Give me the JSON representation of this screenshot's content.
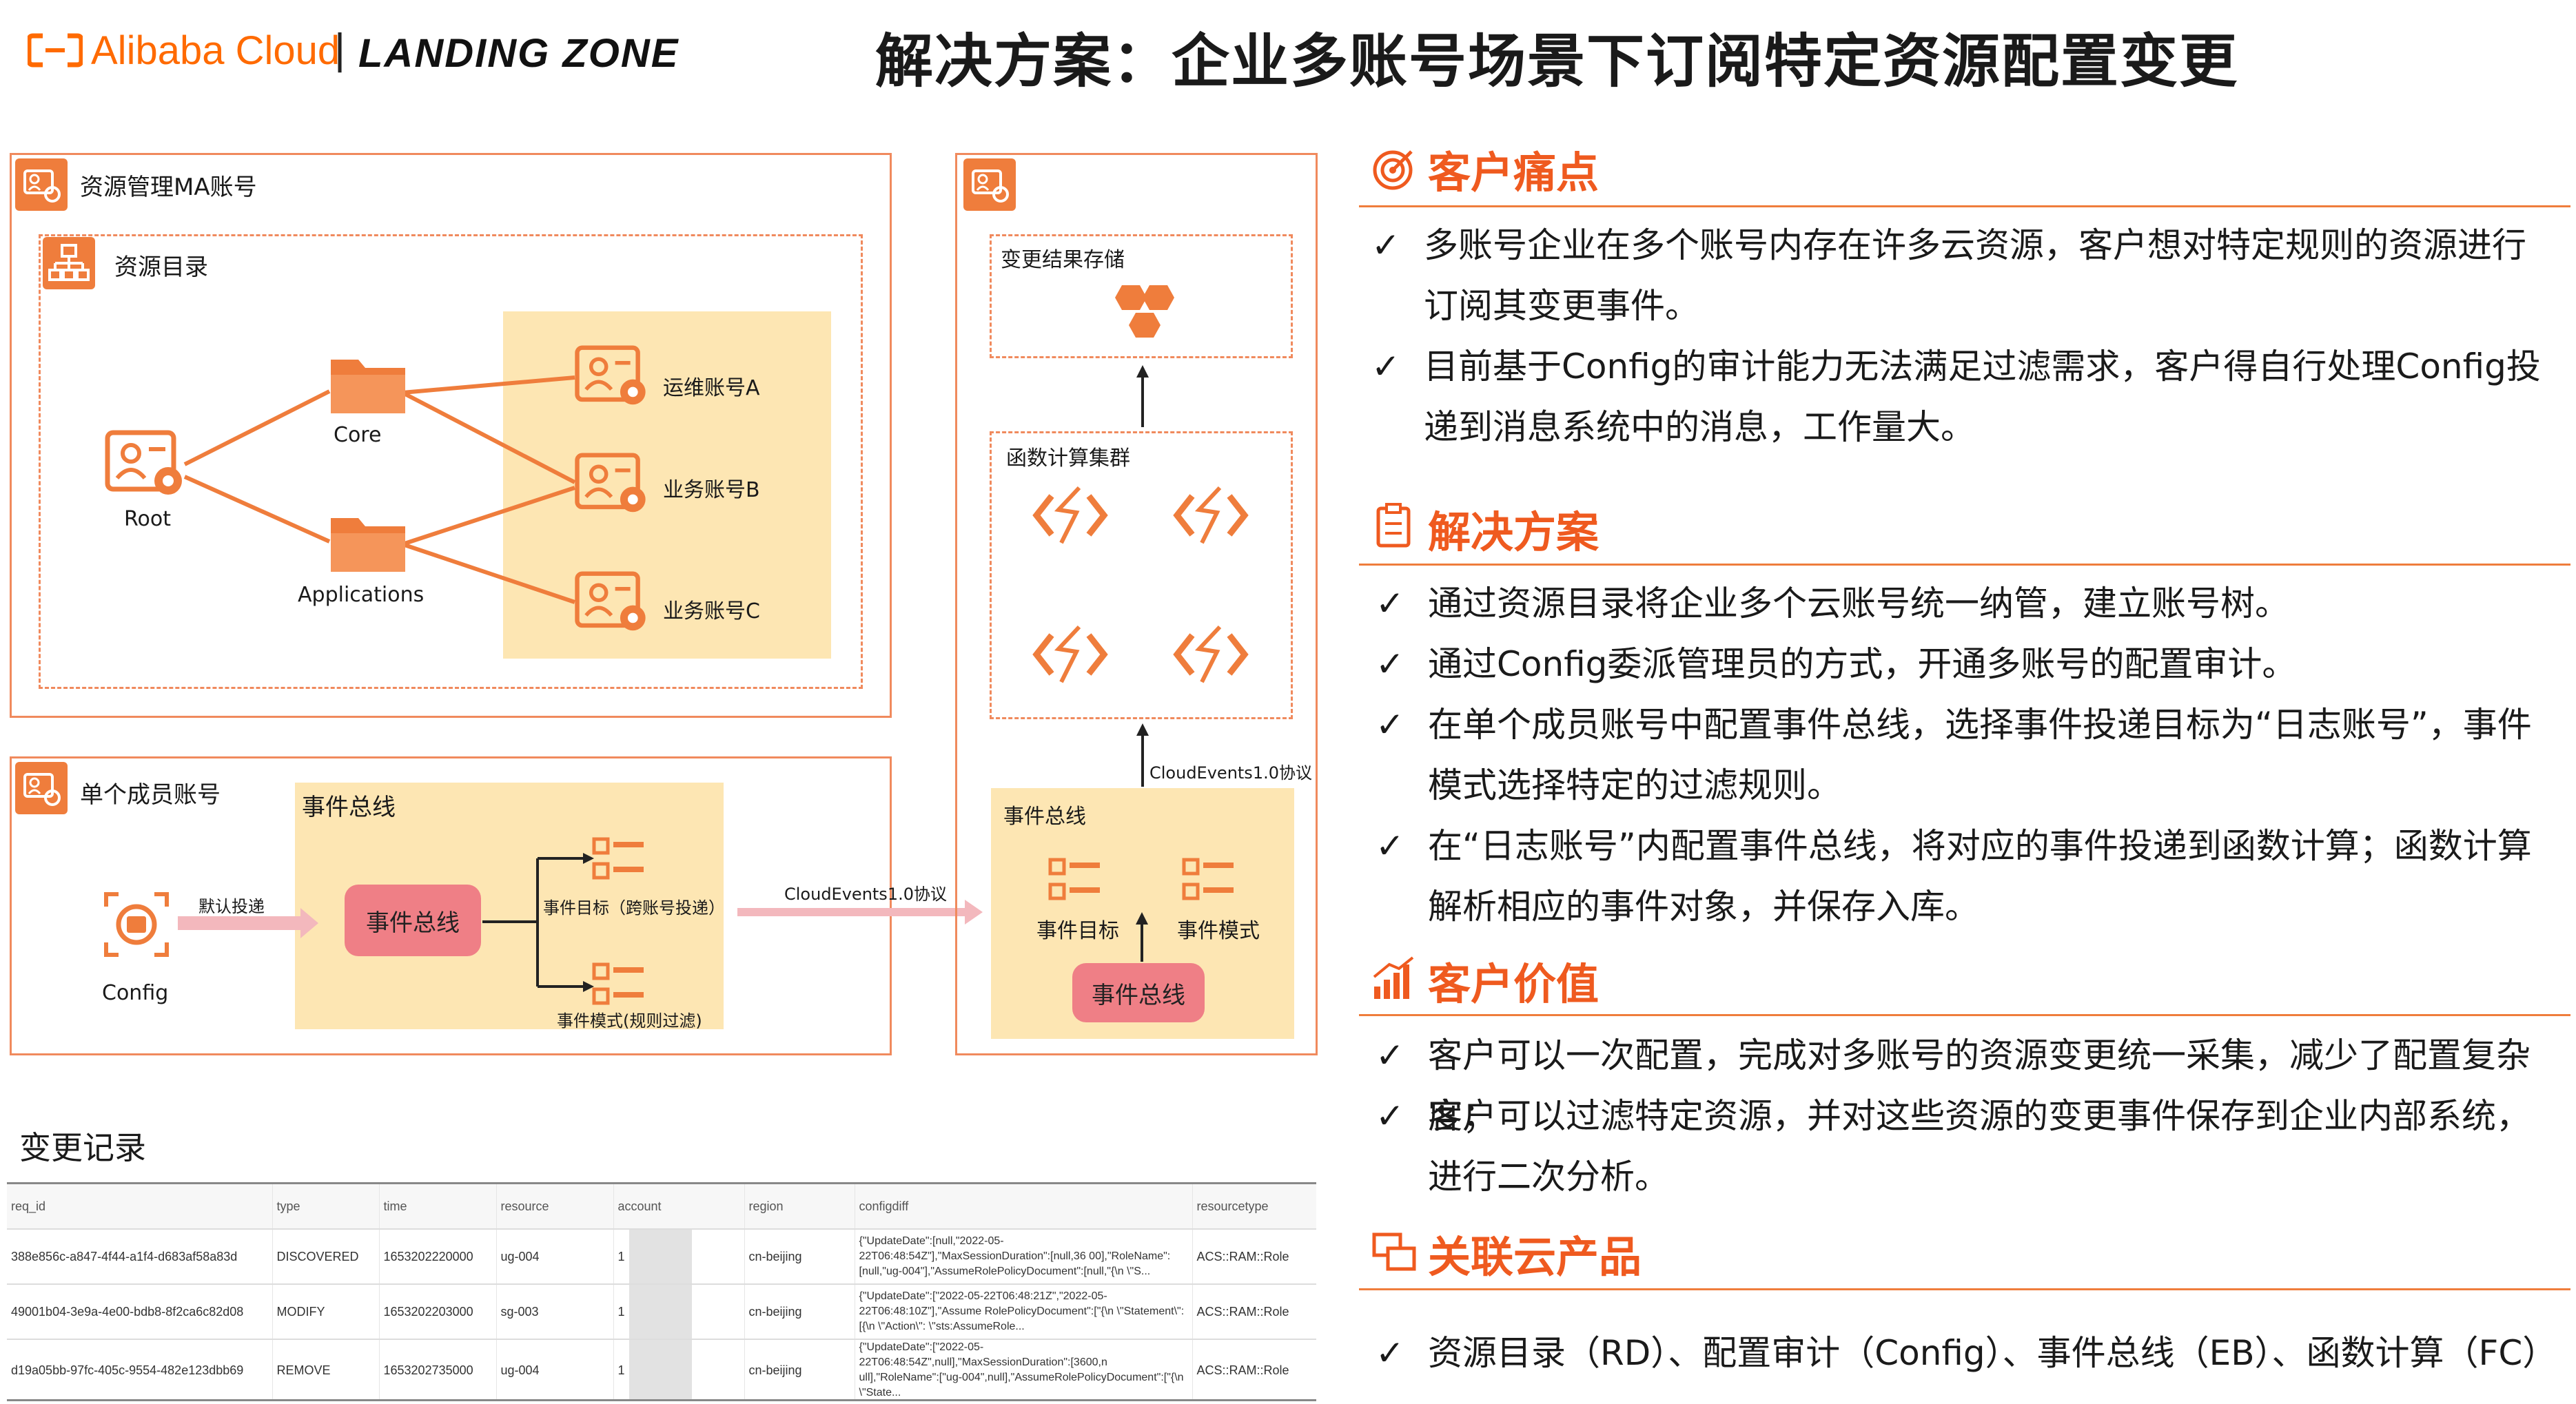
{
  "header": {
    "brand": "Alibaba Cloud",
    "separator": "|",
    "product": "LANDING ZONE",
    "title": "解决方案：企业多账号场景下订阅特定资源配置变更"
  },
  "colors": {
    "accent": "#ef7d3c",
    "heading": "#ef5a1f",
    "panel": "#fde6b3",
    "bus": "#ef7f86",
    "border": "#f08a5d"
  },
  "ma": {
    "title": "资源管理MA账号",
    "rd_title": "资源目录",
    "root": "Root",
    "core": "Core",
    "applications": "Applications",
    "acct_a": "运维账号A",
    "acct_b": "业务账号B",
    "acct_c": "业务账号C"
  },
  "member": {
    "title": "单个成员账号",
    "eb_panel": "事件总线",
    "config": "Config",
    "default_delivery": "默认投递",
    "bus": "事件总线",
    "target": "事件目标（跨账号投递）",
    "pattern": "事件模式(规则过滤)"
  },
  "protocol_mid": "CloudEvents1.0协议",
  "log": {
    "storage": "变更结果存储",
    "fc_cluster": "函数计算集群",
    "protocol_up": "CloudEvents1.0协议",
    "eb_panel": "事件总线",
    "target": "事件目标",
    "pattern": "事件模式",
    "bus": "事件总线"
  },
  "records": {
    "title": "变更记录",
    "columns": [
      "req_id",
      "type",
      "time",
      "resource",
      "account",
      "region",
      "configdiff",
      "resourcetype"
    ],
    "rows": [
      [
        "388e856c-a847-4f44-a1f4-d683af58a83d",
        "DISCOVERED",
        "1653202220000",
        "ug-004",
        "1",
        "cn-beijing",
        "{\"UpdateDate\":[null,\"2022-05-22T06:48:54Z\"],\"MaxSessionDuration\":[null,36 00],\"RoleName\":[null,\"ug-004\"],\"AssumeRolePolicyDocument\":[null,\"{\\n \\\"S...",
        "ACS::RAM::Role"
      ],
      [
        "49001b04-3e9a-4e00-bdb8-8f2ca6c82d08",
        "MODIFY",
        "1653202203000",
        "sg-003",
        "1",
        "cn-beijing",
        "{\"UpdateDate\":[\"2022-05-22T06:48:21Z\",\"2022-05-22T06:48:10Z\"],\"Assume RolePolicyDocument\":[\"{\\n \\\"Statement\\\": [{\\n \\\"Action\\\": \\\"sts:AssumeRole...",
        "ACS::RAM::Role"
      ],
      [
        "d19a05bb-97fc-405c-9554-482e123dbb69",
        "REMOVE",
        "1653202735000",
        "ug-004",
        "1",
        "cn-beijing",
        "{\"UpdateDate\":[\"2022-05-22T06:48:54Z\",null],\"MaxSessionDuration\":[3600,n ull],\"RoleName\":[\"ug-004\",null],\"AssumeRolePolicyDocument\":[\"{\\n \\\"State...",
        "ACS::RAM::Role"
      ]
    ]
  },
  "right": {
    "pain": {
      "title": "客户痛点",
      "items": [
        "多账号企业在多个账号内存在许多云资源，客户想对特定规则的资源进行订阅其变更事件。",
        "目前基于Config的审计能力无法满足过滤需求，客户得自行处理Config投递到消息系统中的消息，工作量大。"
      ]
    },
    "solution": {
      "title": "解决方案",
      "items": [
        "通过资源目录将企业多个云账号统一纳管，建立账号树。",
        "通过Config委派管理员的方式，开通多账号的配置审计。",
        "在单个成员账号中配置事件总线，选择事件投递目标为“日志账号”，事件模式选择特定的过滤规则。",
        "在“日志账号”内配置事件总线，将对应的事件投递到函数计算；函数计算解析相应的事件对象，并保存入库。"
      ]
    },
    "value": {
      "title": "客户价值",
      "items": [
        "客户可以一次配置，完成对多账号的资源变更统一采集，减少了配置复杂度；",
        "客户可以过滤特定资源，并对这些资源的变更事件保存到企业内部系统，进行二次分析。"
      ]
    },
    "products": {
      "title": "关联云产品",
      "items": [
        "资源目录（RD）、配置审计（Config）、事件总线（EB）、函数计算（FC）"
      ]
    },
    "check": "✓"
  }
}
